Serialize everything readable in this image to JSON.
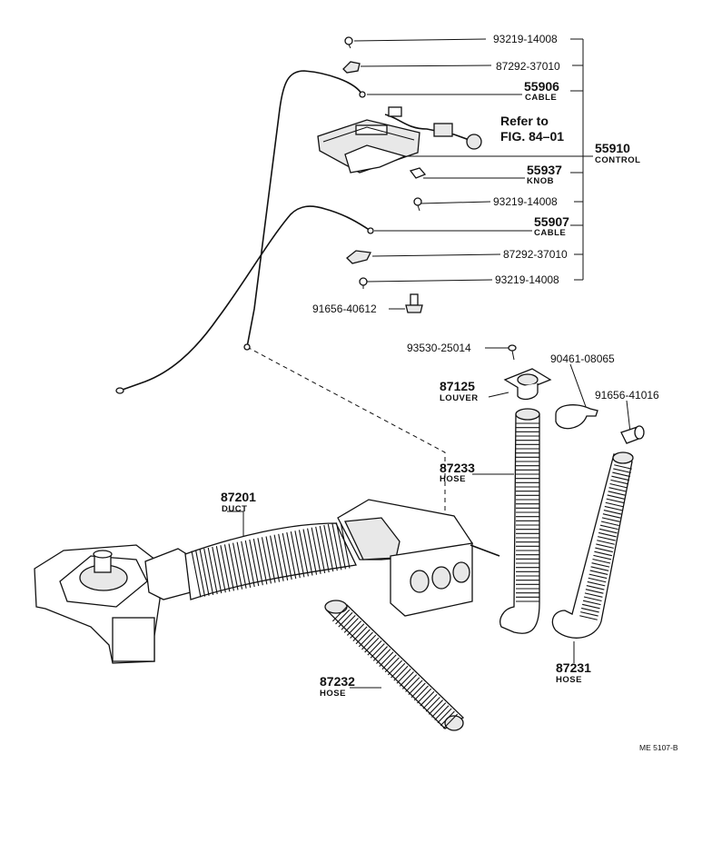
{
  "labels": {
    "c_93219_a": "93219-14008",
    "c_87292_a": "87292-37010",
    "c_55906": "55906",
    "c_55906_cap": "CABLE",
    "c_refer_1": "Refer to",
    "c_refer_2": "FIG. 84–01",
    "c_55910": "55910",
    "c_55910_cap": "CONTROL",
    "c_55937": "55937",
    "c_55937_cap": "KNOB",
    "c_93219_b": "93219-14008",
    "c_55907": "55907",
    "c_55907_cap": "CABLE",
    "c_87292_b": "87292-37010",
    "c_93219_c": "93219-14008",
    "c_91656_a": "91656-40612",
    "c_93530": "93530-25014",
    "c_90461": "90461-08065",
    "c_87125": "87125",
    "c_87125_cap": "LOUVER",
    "c_91656_b": "91656-41016",
    "c_87233": "87233",
    "c_87233_cap": "HOSE",
    "c_87201": "87201",
    "c_87201_cap": "DUCT",
    "c_87232": "87232",
    "c_87232_cap": "HOSE",
    "c_87231": "87231",
    "c_87231_cap": "HOSE",
    "drawing_code": "ME 5107-B"
  }
}
